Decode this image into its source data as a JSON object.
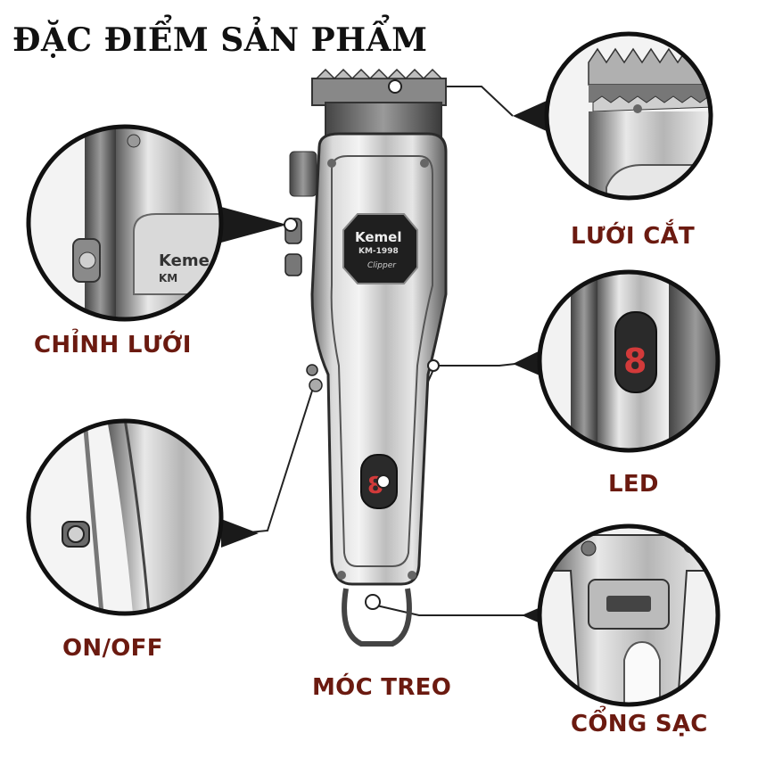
{
  "title": "ĐẶC ĐIỂM SẢN PHẨM",
  "labels": {
    "blade": "LƯỚI CẮT",
    "adjust": "CHỈNH LƯỚI",
    "led": "LED",
    "onoff": "ON/OFF",
    "hook": "MÓC TREO",
    "port": "CỔNG SẠC"
  },
  "product": {
    "brand": "Kemel",
    "model": "KM-1998",
    "script": "Clipper",
    "brand_short": "Keme",
    "model_short": "KM"
  },
  "colors": {
    "label": "#6b1a10",
    "title": "#111111",
    "led": "#d23a3a"
  }
}
